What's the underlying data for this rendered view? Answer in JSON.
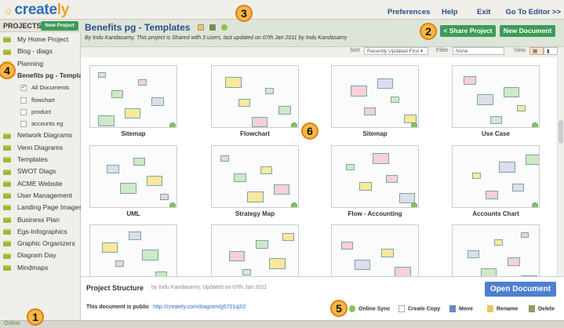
{
  "header": {
    "logo": "creately",
    "nav": [
      "Preferences",
      "Help",
      "Exit",
      "Go To Editor >>"
    ]
  },
  "sidebar": {
    "title": "PROJECTS",
    "new_project": "New Project",
    "projects_top": [
      "My Home Project",
      "Blog - diags",
      "Planning",
      "Benefits pg - Templates"
    ],
    "subitems": [
      {
        "label": "All Documents",
        "checked": true
      },
      {
        "label": "flowchart",
        "checked": false
      },
      {
        "label": "product",
        "checked": false
      },
      {
        "label": "accounts eg",
        "checked": false
      }
    ],
    "projects": [
      "Network Diagrams",
      "Venn Diagrams",
      "Templates",
      "SWOT Diags",
      "ACME Website",
      "User Management",
      "Landing Page Images",
      "Business Plan",
      "Egs-Infographics",
      "Graphic Organizers",
      "Diagram Day",
      "Mindmaps"
    ]
  },
  "project": {
    "title": "Benefits pg - Templates",
    "subtitle": "By Indu Kandasamy, This project is Shared with 3 users, last updated on 07th Jan 2011 by Indu Kandasamy",
    "share": "Share Project",
    "new_document": "New Document"
  },
  "toolbar": {
    "sort_label": "Sort",
    "sort_value": "Recently Updated First",
    "filter_label": "Filter",
    "filter_value": "None",
    "view_label": "View"
  },
  "documents": [
    "Sitemap",
    "Flowchart",
    "Sitemap",
    "Use Case",
    "UML",
    "Strategy Map",
    "Flow - Accounting",
    "Accounts Chart",
    "",
    "",
    "",
    ""
  ],
  "details": {
    "name": "Project Structure",
    "meta": "by Indu Kandasamy, Updated on 07th Jan 2011",
    "open": "Open Document",
    "public_label": "This document is public",
    "url": "http://creately.com/diagram/g5701q2i2",
    "actions": [
      "Online Sync",
      "Create Copy",
      "Move",
      "Rename",
      "Delete"
    ]
  },
  "status": "Online",
  "callouts": [
    "1",
    "2",
    "3",
    "4",
    "5",
    "6"
  ]
}
